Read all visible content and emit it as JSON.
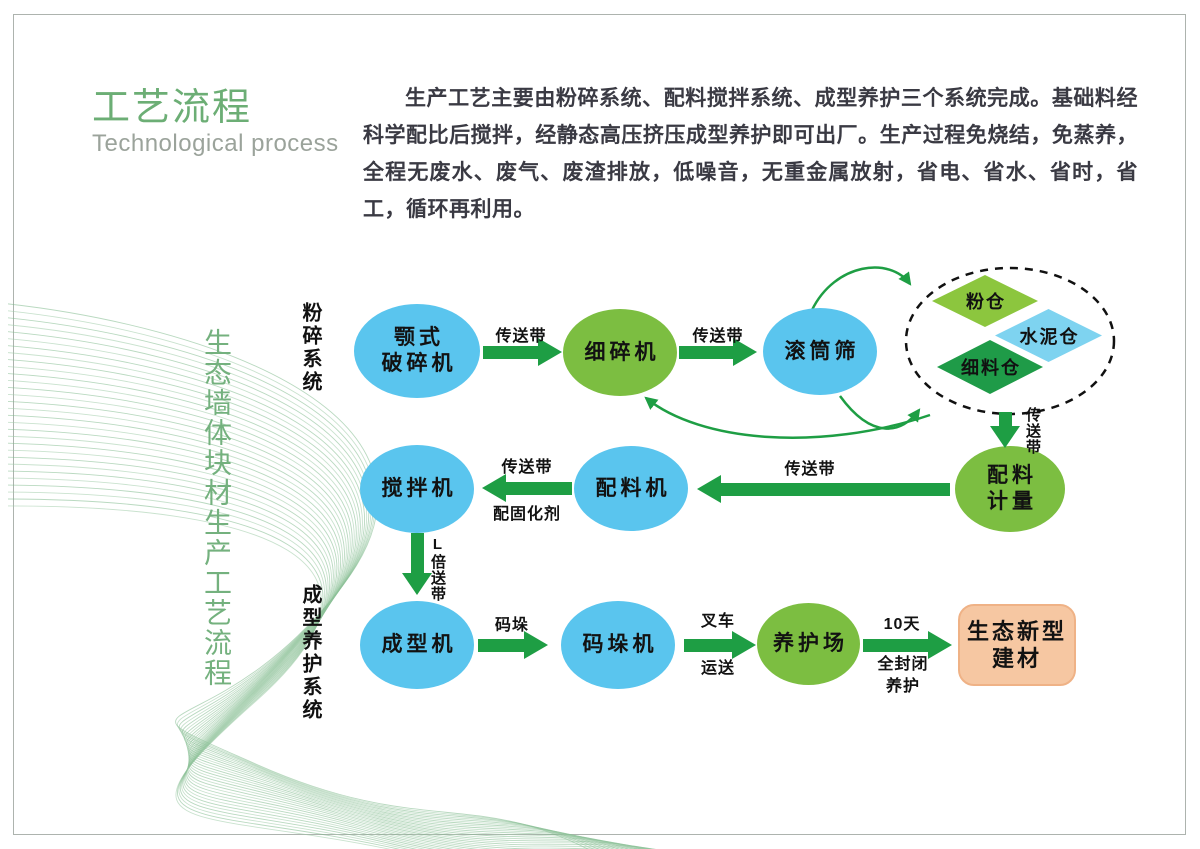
{
  "header": {
    "title": "工艺流程",
    "subtitle": "Technological process",
    "description": "生产工艺主要由粉碎系统、配料搅拌系统、成型养护三个系统完成。基础料经科学配比后搅拌，经静态高压挤压成型养护即可出厂。生产过程免烧结，免蒸养，全程无废水、废气、废渣排放，低噪音，无重金属放射，省电、省水、省时，省工，循环再利用。"
  },
  "side_title": "生态墙体块材生产工艺流程",
  "sections": {
    "crushing": "粉碎系统",
    "forming_curing": "成型养护系统"
  },
  "nodes": {
    "jaw_crusher": {
      "line1": "颚式",
      "line2": "破碎机"
    },
    "fine_crusher": {
      "line1": "细碎机"
    },
    "drum_screen": {
      "line1": "滚筒筛"
    },
    "powder_silo": {
      "label": "粉仓"
    },
    "cement_silo": {
      "label": "水泥仓"
    },
    "fine_material_silo": {
      "label": "细料仓"
    },
    "batching_metering": {
      "line1": "配料",
      "line2": "计量"
    },
    "batching_machine": {
      "line1": "配料机"
    },
    "mixer": {
      "line1": "搅拌机"
    },
    "forming_machine": {
      "line1": "成型机"
    },
    "palletizer": {
      "line1": "码垛机"
    },
    "curing_yard": {
      "line1": "养护场"
    },
    "product": {
      "line1": "生态新型",
      "line2": "建材"
    }
  },
  "edges": {
    "jaw_to_fine": {
      "label": "传送带"
    },
    "fine_to_drum": {
      "label": "传送带"
    },
    "silos_to_metering": {
      "label": "传送带"
    },
    "metering_to_batching": {
      "label": "传送带"
    },
    "batching_to_mixer": {
      "label_top": "传送带",
      "label_bottom": "配固化剂"
    },
    "mixer_to_forming": {
      "label": "L倍送带"
    },
    "forming_to_palletizer": {
      "label": "码垛"
    },
    "palletizer_to_curing": {
      "label_top": "叉车",
      "label_bottom": "运送"
    },
    "curing_to_product": {
      "label_top": "10天",
      "label_bottom1": "全封闭",
      "label_bottom2": "养护"
    }
  },
  "colors": {
    "accent_green": "#1e9e44",
    "node_blue": "#5ac5ee",
    "node_green": "#7cbe41",
    "diamond_light_green": "#8cc63e",
    "diamond_blue": "#7ed3f0",
    "diamond_dark_green": "#1f9b48",
    "product_fill": "#f6c7a2",
    "title_green": "#6cae75",
    "subtitle_gray": "#9ba39b"
  }
}
